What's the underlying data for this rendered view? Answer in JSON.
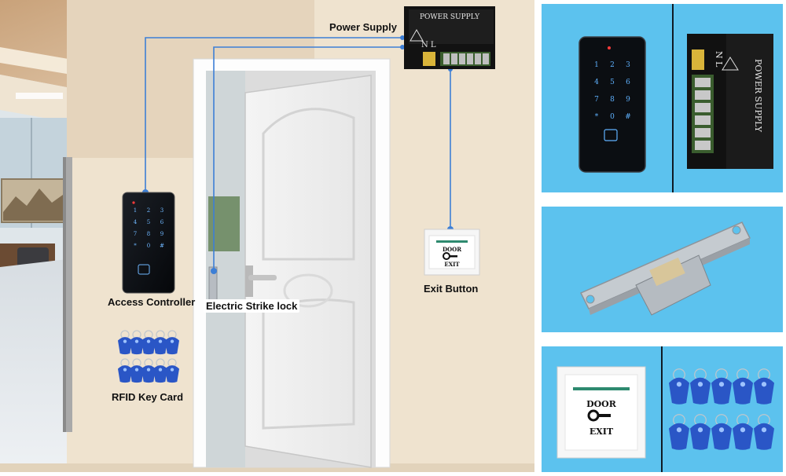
{
  "scene": {
    "labels": {
      "power_supply": "Power Supply",
      "access_controller": "Access Controller",
      "electric_strike": "Electric Strike lock",
      "exit_button": "Exit Button",
      "rfid": "RFID Key Card"
    },
    "psu_print": {
      "title": "POWER SUPPLY",
      "terminals": "N L"
    },
    "exit_plate": {
      "line1": "DOOR",
      "line2": "EXIT"
    },
    "keypad_keys": [
      "1",
      "2",
      "3",
      "4",
      "5",
      "6",
      "7",
      "8",
      "9",
      "*",
      "0",
      "#"
    ]
  },
  "product_panels": {
    "psu_title": "POWER SUPPLY",
    "psu_terminals": "N L",
    "exit_line1": "DOOR",
    "exit_line2": "EXIT"
  },
  "colors": {
    "wall": "#efe3cf",
    "panel_blue": "#5cc2ee",
    "wire": "#3d7fd6",
    "tag_blue": "#2a56c6"
  }
}
